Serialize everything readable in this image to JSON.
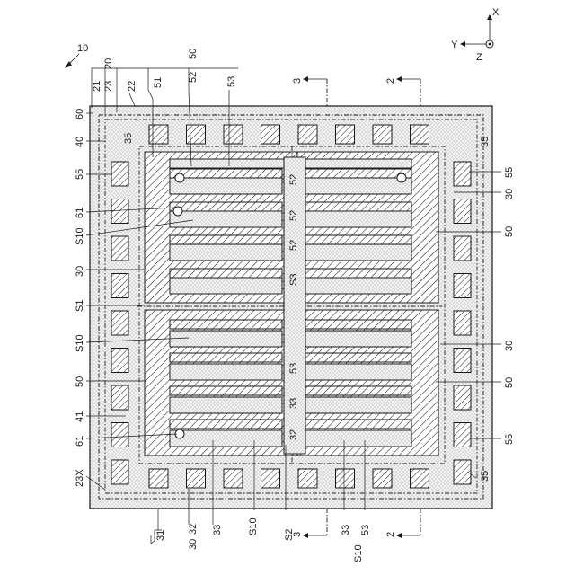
{
  "figure": {
    "ref_main": "10",
    "axes": {
      "x": "X",
      "y": "Y",
      "z": "Z"
    },
    "labels_top": {
      "l21": "21",
      "l23": "23",
      "l20": "20",
      "l22": "22",
      "l51": "51",
      "l52": "52",
      "l50": "50",
      "l53": "53",
      "sec3": "3",
      "sec2": "2"
    },
    "labels_left": {
      "l60": "60",
      "l40": "40",
      "l55": "55",
      "l61": "61",
      "lS10a": "S10",
      "l30": "30",
      "lS1": "S1",
      "lS10b": "S10",
      "l50": "50",
      "l41": "41",
      "l61b": "61",
      "l23X": "23X"
    },
    "labels_right": {
      "l35a": "35",
      "l55a": "55",
      "l30a": "30",
      "l50a": "50",
      "l30b": "30",
      "l50b": "50",
      "l55b": "55",
      "l35b": "35"
    },
    "labels_inner": {
      "l35": "35",
      "l52a": "52",
      "l52b": "52",
      "l52c": "52",
      "lS3a": "S3",
      "l53b": "53",
      "l33": "33",
      "l32": "32"
    },
    "labels_bottom": {
      "l31": "31",
      "l30": "30",
      "l32": "32",
      "l33": "33",
      "lS10": "S10",
      "lS2": "S2",
      "sec3": "3",
      "lS10b": "S10",
      "l33b": "33",
      "l53": "53",
      "sec2": "2"
    }
  }
}
